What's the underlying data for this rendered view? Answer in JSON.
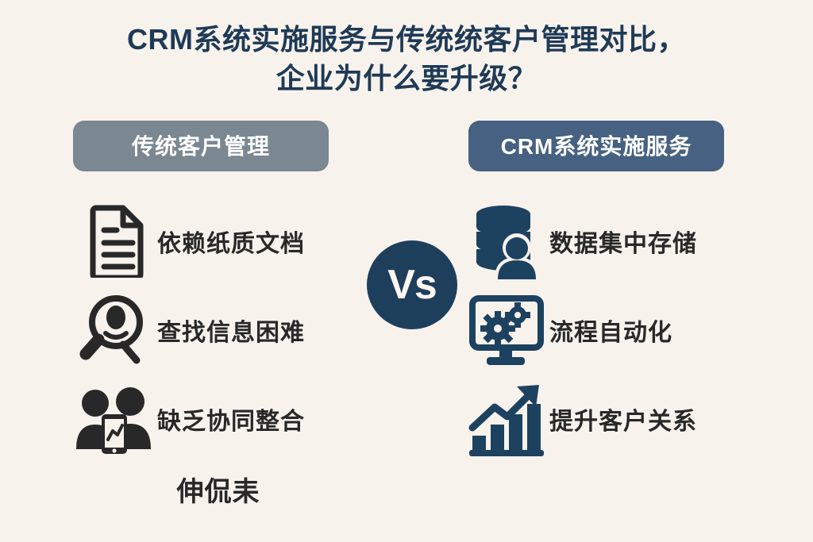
{
  "background_color": "#f7f2ec",
  "title": {
    "line1": "CRM系统实施服务与传统统客户管理对比，",
    "line2": "企业为什么要升级？",
    "color": "#1e3a56"
  },
  "vs_badge": {
    "label": "Vs",
    "circle_color": "#1d3f5c",
    "text_color": "#fbf7f1"
  },
  "columns": {
    "traditional": {
      "header": "传统客户管理",
      "header_color": "#7b8791",
      "text_color": "#282828",
      "items": [
        {
          "label": "依赖纸质文档",
          "icon": "document-icon"
        },
        {
          "label": "查找信息困难",
          "icon": "magnifier-person-icon"
        },
        {
          "label": "缺乏协同整合",
          "icon": "people-phone-icon"
        }
      ]
    },
    "crm": {
      "header": "CRM系统实施服务",
      "header_color": "#466181",
      "icon_color": "#1d4260",
      "text_color": "#282828",
      "items": [
        {
          "label": "数据集中存储",
          "icon": "database-user-icon"
        },
        {
          "label": "流程自动化",
          "icon": "monitor-gears-icon"
        },
        {
          "label": "提升客户关系",
          "icon": "growth-chart-arrow-icon"
        }
      ]
    }
  },
  "footer_note": {
    "text": "伸侃耒"
  }
}
